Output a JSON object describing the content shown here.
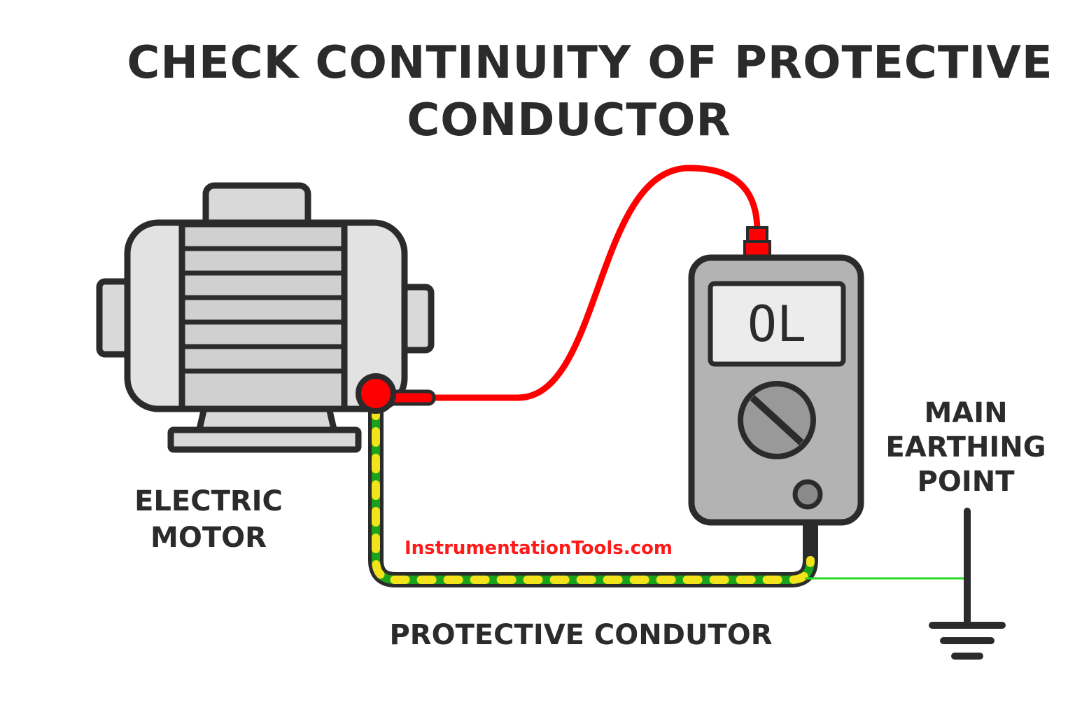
{
  "title": {
    "line1": "CHECK CONTINUITY OF PROTECTIVE",
    "line2": "CONDUCTOR"
  },
  "motor": {
    "label_line1": "ELECTRIC",
    "label_line2": "MOTOR"
  },
  "multimeter": {
    "display": "OL"
  },
  "earthing": {
    "label_line1": "MAIN",
    "label_line2": "EARTHING",
    "label_line3": "POINT",
    "icon": "ground-symbol-icon"
  },
  "conductor": {
    "label": "PROTECTIVE CONDUTOR"
  },
  "watermark": "InstrumentationTools.com",
  "colors": {
    "test_lead": "#ff0000",
    "conductor_green": "#1aa31a",
    "conductor_yellow": "#f2e31a",
    "outline": "#2b2b2b",
    "motor_fill": "#d6d6d6",
    "meter_fill": "#b3b3b3",
    "earth_wire": "#22dd22"
  }
}
